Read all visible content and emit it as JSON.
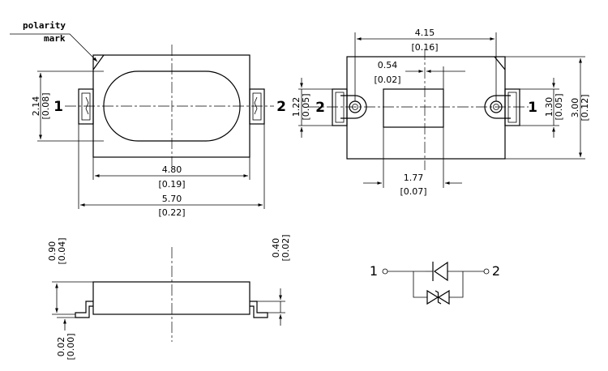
{
  "polarity_mark": {
    "line1": "polarity",
    "line2": "mark"
  },
  "top_view": {
    "pin1": "1",
    "pin2": "2",
    "height": {
      "mm": "2.14",
      "in": "[0.08]"
    },
    "body_length": {
      "mm": "4.80",
      "in": "[0.19]"
    },
    "total_length": {
      "mm": "5.70",
      "in": "[0.22]"
    }
  },
  "bottom_view": {
    "pin1": "1",
    "pin2": "2",
    "pad_spacing": {
      "mm": "4.15",
      "in": "[0.16]"
    },
    "window_offset": {
      "mm": "0.54",
      "in": "[0.02]"
    },
    "left_height": {
      "mm": "1.22",
      "in": "[0.05]"
    },
    "right_height": {
      "mm": "1.30",
      "in": "[0.05]"
    },
    "total_height": {
      "mm": "3.00",
      "in": "[0.12]"
    },
    "window_width": {
      "mm": "1.77",
      "in": "[0.07]"
    }
  },
  "side_view": {
    "height": {
      "mm": "0.90",
      "in": "[0.04]"
    },
    "lead_thickness": {
      "mm": "0.40",
      "in": "[0.02]"
    },
    "standoff": {
      "mm": "0.02",
      "in": "[0.00]"
    }
  },
  "schematic": {
    "pin1": "1",
    "pin2": "2"
  }
}
